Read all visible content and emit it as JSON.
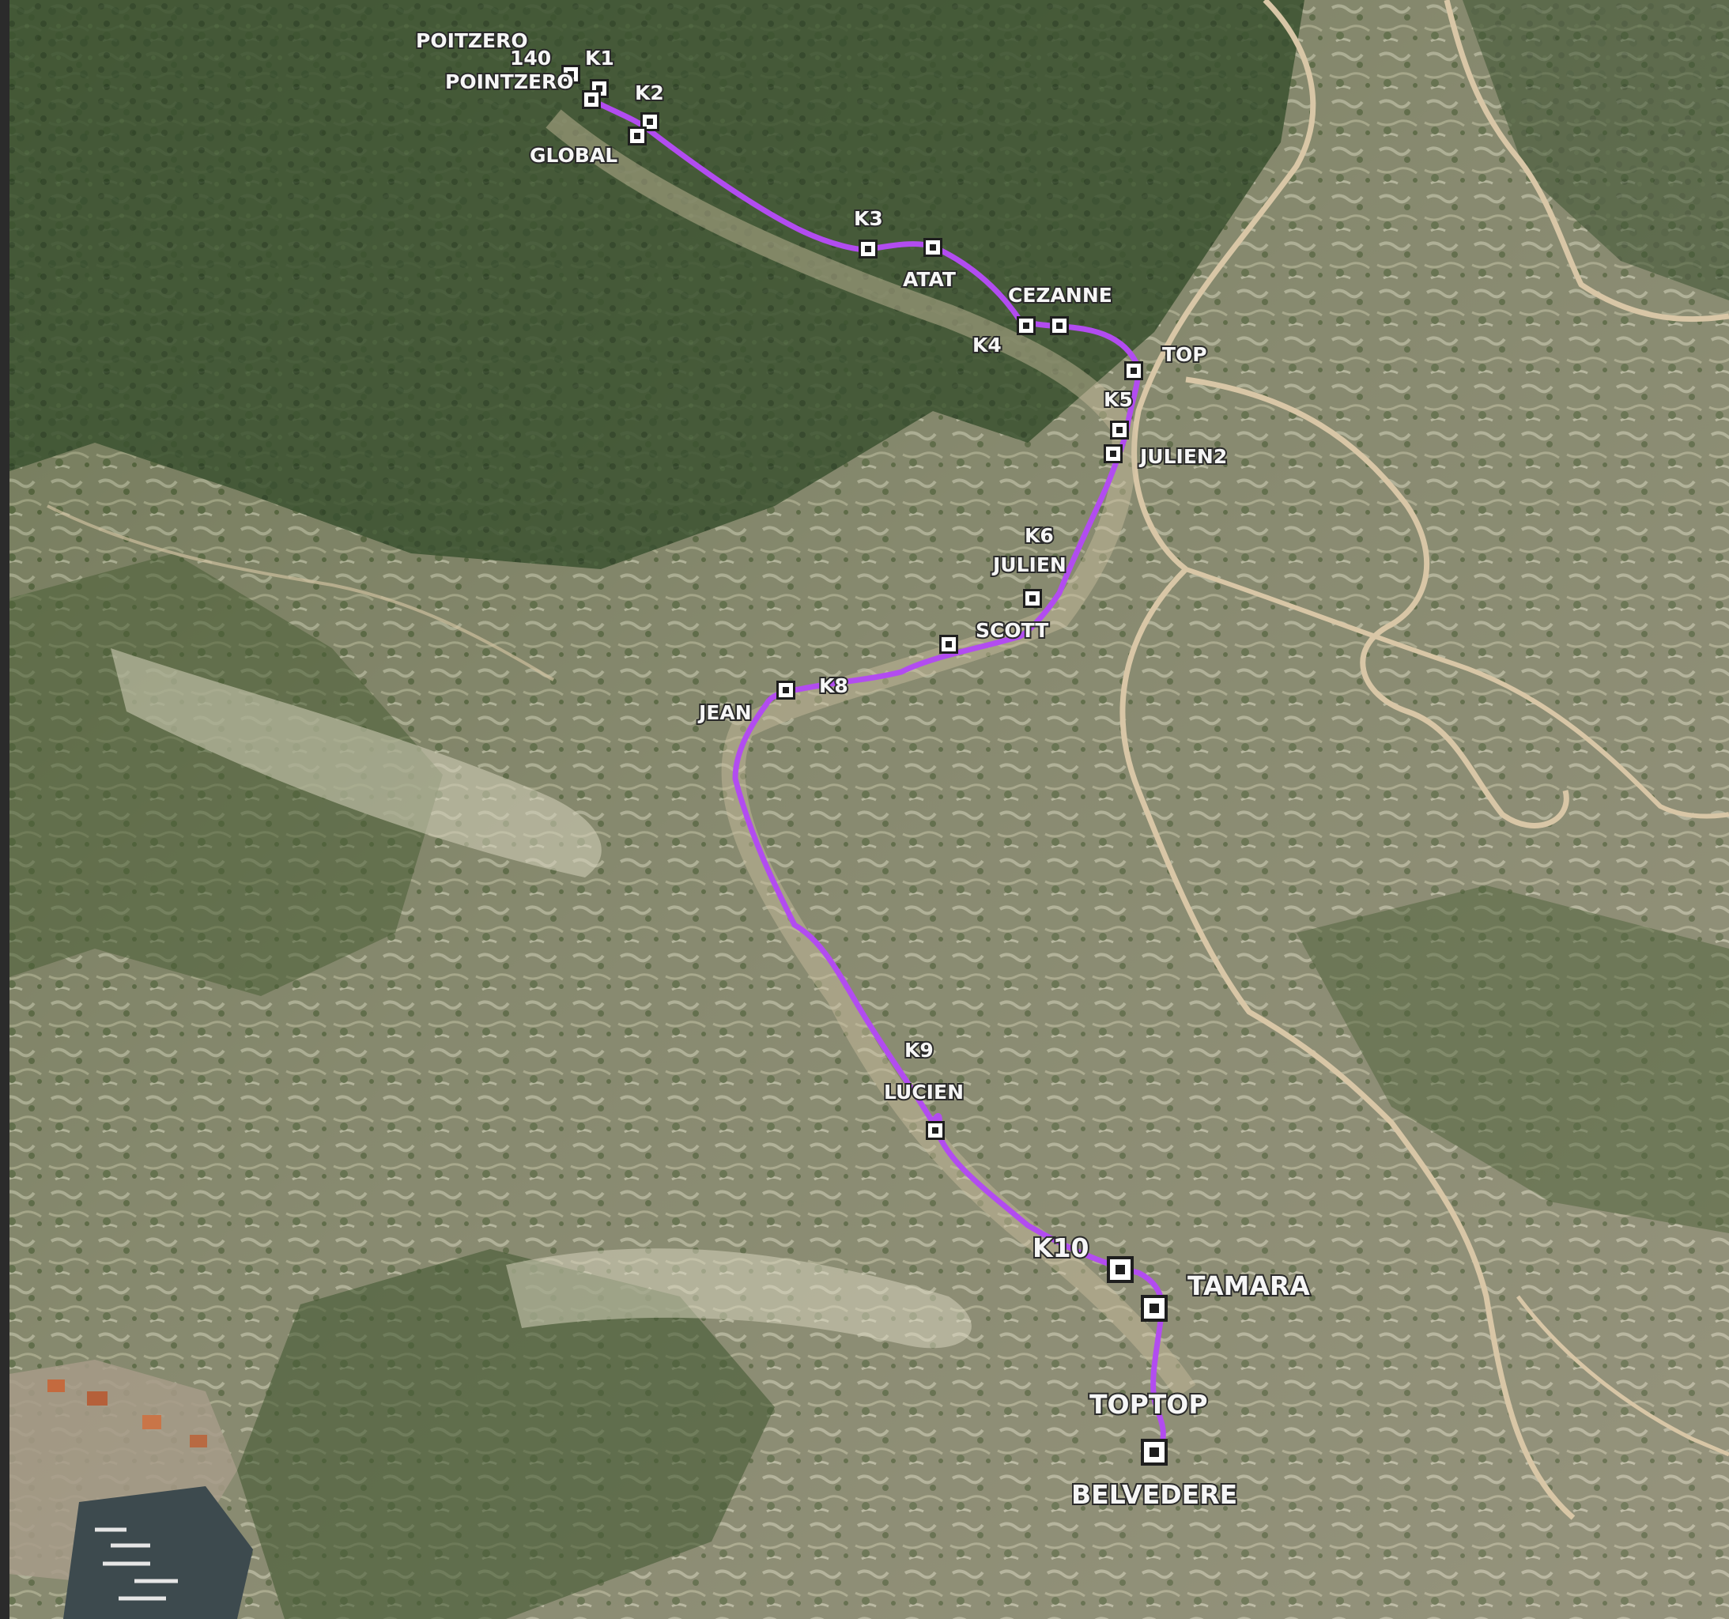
{
  "map": {
    "colors": {
      "route": "#b24cf0",
      "forest": "#3e5530",
      "rock": "#b8b49c",
      "path": "#d8c6a6",
      "marker_fg": "#ffffff",
      "marker_bg": "#1e1e1e"
    },
    "waypoints": [
      {
        "name": "POITZERO"
      },
      {
        "name": "140"
      },
      {
        "name": "K1"
      },
      {
        "name": "POINTZERO"
      },
      {
        "name": "K2"
      },
      {
        "name": "GLOBAL"
      },
      {
        "name": "K3"
      },
      {
        "name": "ATAT"
      },
      {
        "name": "CEZANNE"
      },
      {
        "name": "K4"
      },
      {
        "name": "TOP"
      },
      {
        "name": "K5"
      },
      {
        "name": "JULIEN2"
      },
      {
        "name": "K6"
      },
      {
        "name": "JULIEN"
      },
      {
        "name": "SCOTT"
      },
      {
        "name": "K8"
      },
      {
        "name": "JEAN"
      },
      {
        "name": "K9"
      },
      {
        "name": "LUCIEN"
      },
      {
        "name": "K10"
      },
      {
        "name": "TAMARA"
      },
      {
        "name": "TOPTOP"
      },
      {
        "name": "BELVEDERE"
      }
    ]
  }
}
